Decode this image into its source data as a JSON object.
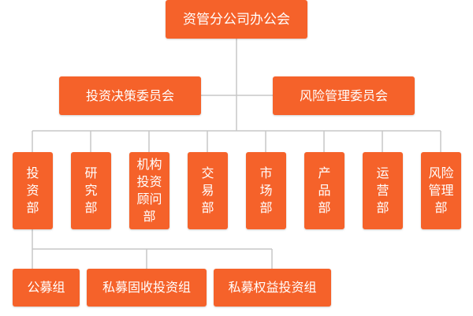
{
  "root": {
    "label": "资管分公司办公会"
  },
  "committees": [
    {
      "label": "投资决策委员会"
    },
    {
      "label": "风险管理委员会"
    }
  ],
  "departments": [
    {
      "label": "投资部"
    },
    {
      "label": "研究部"
    },
    {
      "label": "机构投资顾问部"
    },
    {
      "label": "交易部"
    },
    {
      "label": "市场部"
    },
    {
      "label": "产品部"
    },
    {
      "label": "运营部"
    },
    {
      "label": "风险管理部"
    }
  ],
  "groups": [
    {
      "label": "公募组"
    },
    {
      "label": "私募固收投资组"
    },
    {
      "label": "私募权益投资组"
    }
  ],
  "colors": {
    "box": "#f5622a",
    "text": "#ffffff",
    "line": "#c7c7c7"
  }
}
